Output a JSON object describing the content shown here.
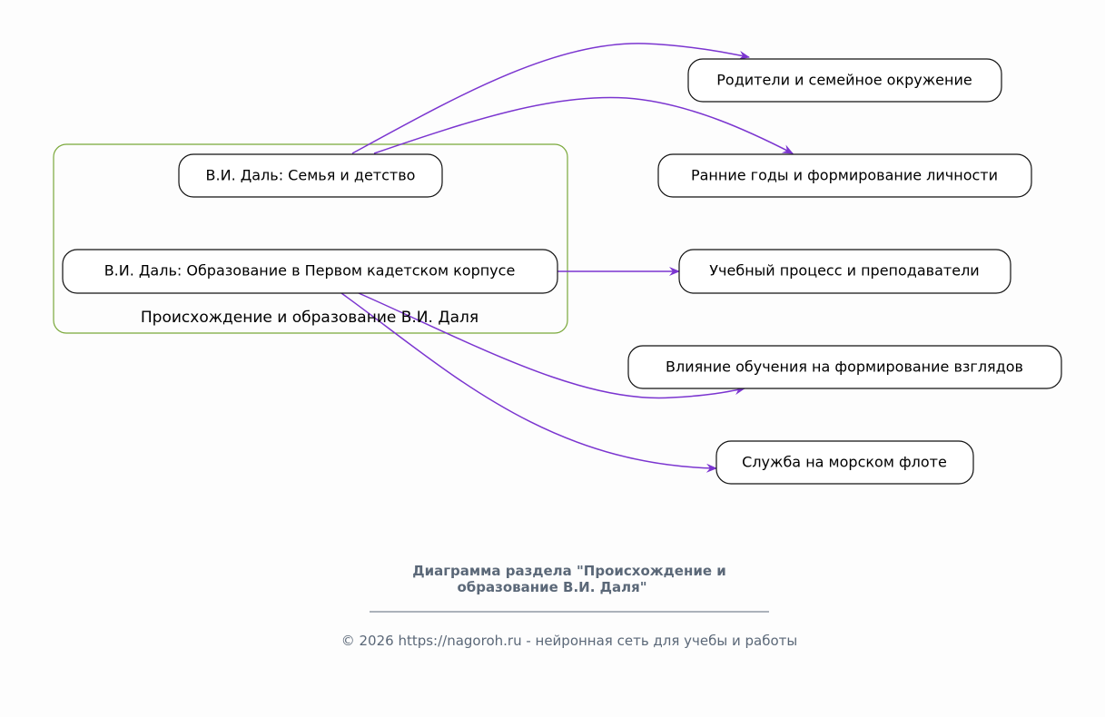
{
  "cluster": {
    "label": "Происхождение и образование В.И. Даля",
    "color": "#7aa83a"
  },
  "source_nodes": [
    {
      "label": "В.И. Даль: Семья и детство"
    },
    {
      "label": "В.И. Даль: Образование в Первом кадетском корпусе"
    }
  ],
  "target_nodes": [
    {
      "label": "Родители и семейное окружение"
    },
    {
      "label": "Ранние годы и формирование личности"
    },
    {
      "label": "Учебный процесс и преподаватели"
    },
    {
      "label": "Влияние обучения на формирование взглядов"
    },
    {
      "label": "Служба на морском флоте"
    }
  ],
  "edge_color": "#7b35d0",
  "caption": {
    "title_line1": "Диаграмма раздела \"Происхождение и",
    "title_line2": "образование В.И. Даля\"",
    "footer": "© 2026 https://nagoroh.ru - нейронная сеть для учебы и работы"
  }
}
